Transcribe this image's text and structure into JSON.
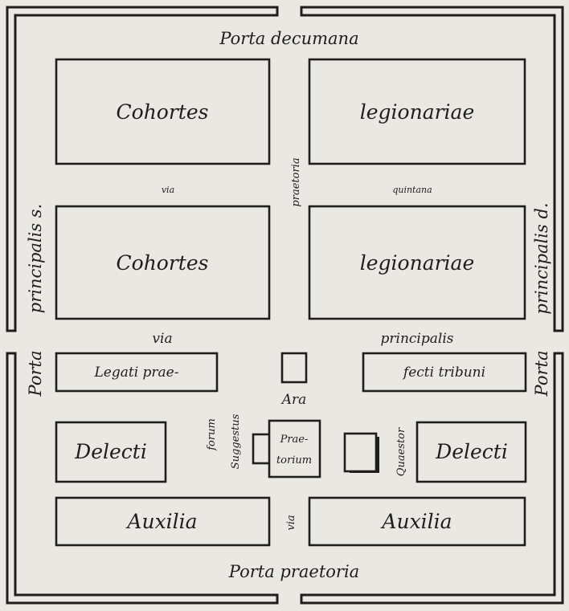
{
  "gates": {
    "decumana": "Porta decumana",
    "praetoria": "Porta praetoria",
    "principalis_s_top": "principalis s.",
    "principalis_s_bottom": "Porta",
    "principalis_d_top": "principalis d.",
    "principalis_d_bottom": "Porta"
  },
  "blocks": {
    "cohortes_1": "Cohortes",
    "legionariae_1": "legionariae",
    "cohortes_2": "Cohortes",
    "legionariae_2": "legionariae",
    "legati": "Legati prae-",
    "fecti": "fecti tribuni",
    "delecti_left": "Delecti",
    "delecti_right": "Delecti",
    "auxilia_left": "Auxilia",
    "auxilia_right": "Auxilia",
    "praetorium_1": "Prae-",
    "praetorium_2": "torium"
  },
  "streets": {
    "via_quintana_1": "via",
    "via_quintana_2": "quintana",
    "via_praetoria": "praetoria",
    "via_principalis_1": "via",
    "via_principalis_2": "principalis",
    "via_bottom": "via"
  },
  "features": {
    "ara": "Ara",
    "forum": "forum",
    "suggestus": "Suggestus",
    "quaestor": "Quaestor"
  }
}
